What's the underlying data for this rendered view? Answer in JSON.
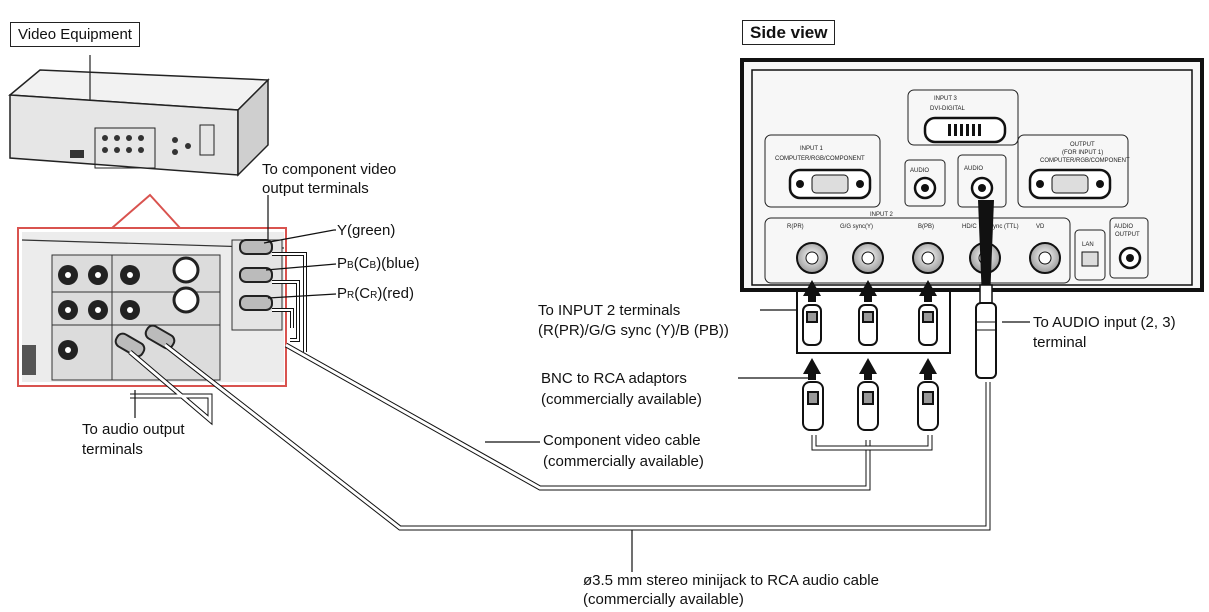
{
  "labels": {
    "video_equipment": "Video Equipment",
    "side_view": "Side view",
    "to_component_line1": "To component video",
    "to_component_line2": "output terminals",
    "y_green": "Y(green)",
    "pb_prefix": "P",
    "pb_sub": "B",
    "pb_mid": "(C",
    "pb_sub2": "B",
    "pb_suffix": ")(blue)",
    "pr_prefix": "P",
    "pr_sub": "R",
    "pr_mid": "(C",
    "pr_sub2": "R",
    "pr_suffix": ")(red)",
    "to_input2_line1": "To INPUT 2 terminals",
    "to_input2_line2": "(R(PR)/G/G sync (Y)/B (PB))",
    "bnc_line1": "BNC to RCA adaptors",
    "bnc_line2": "(commercially available)",
    "audio_out_line1": "To audio output",
    "audio_out_line2": "terminals",
    "component_cable_line1": "Component video cable",
    "component_cable_line2": "(commercially available)",
    "audio_in_line1": "To AUDIO input (2, 3)",
    "audio_in_line2": "terminal",
    "minijack_line1": "ø3.5 mm stereo minijack to RCA audio cable",
    "minijack_line2": "(commercially available)"
  },
  "panel": {
    "input3": "INPUT 3",
    "dvi": "DVI-DIGITAL",
    "input1": "INPUT 1",
    "input1_sub": "COMPUTER/RGB/COMPONENT",
    "audio_in": "AUDIO",
    "output": "OUTPUT",
    "output_sub": "(FOR INPUT 1)",
    "output_sub2": "COMPUTER/RGB/COMPONENT",
    "input2": "INPUT 2",
    "r_pr": "R(PR)",
    "g_sync": "G/G sync(Y)",
    "b_pb": "B(PB)",
    "hdc": "HD/C",
    "ttl": "sync (TTL)",
    "vd": "VD",
    "lan": "LAN",
    "audio_out": "AUDIO",
    "audio_output": "OUTPUT"
  },
  "colors": {
    "highlight": "#d9534f",
    "line": "#111111",
    "panel_bg": "#f7f7f7"
  },
  "icons": [
    "bnc-connector-icon",
    "rca-plug-icon",
    "minijack-plug-icon",
    "vga-port-icon",
    "dvi-port-icon",
    "lan-icon"
  ]
}
